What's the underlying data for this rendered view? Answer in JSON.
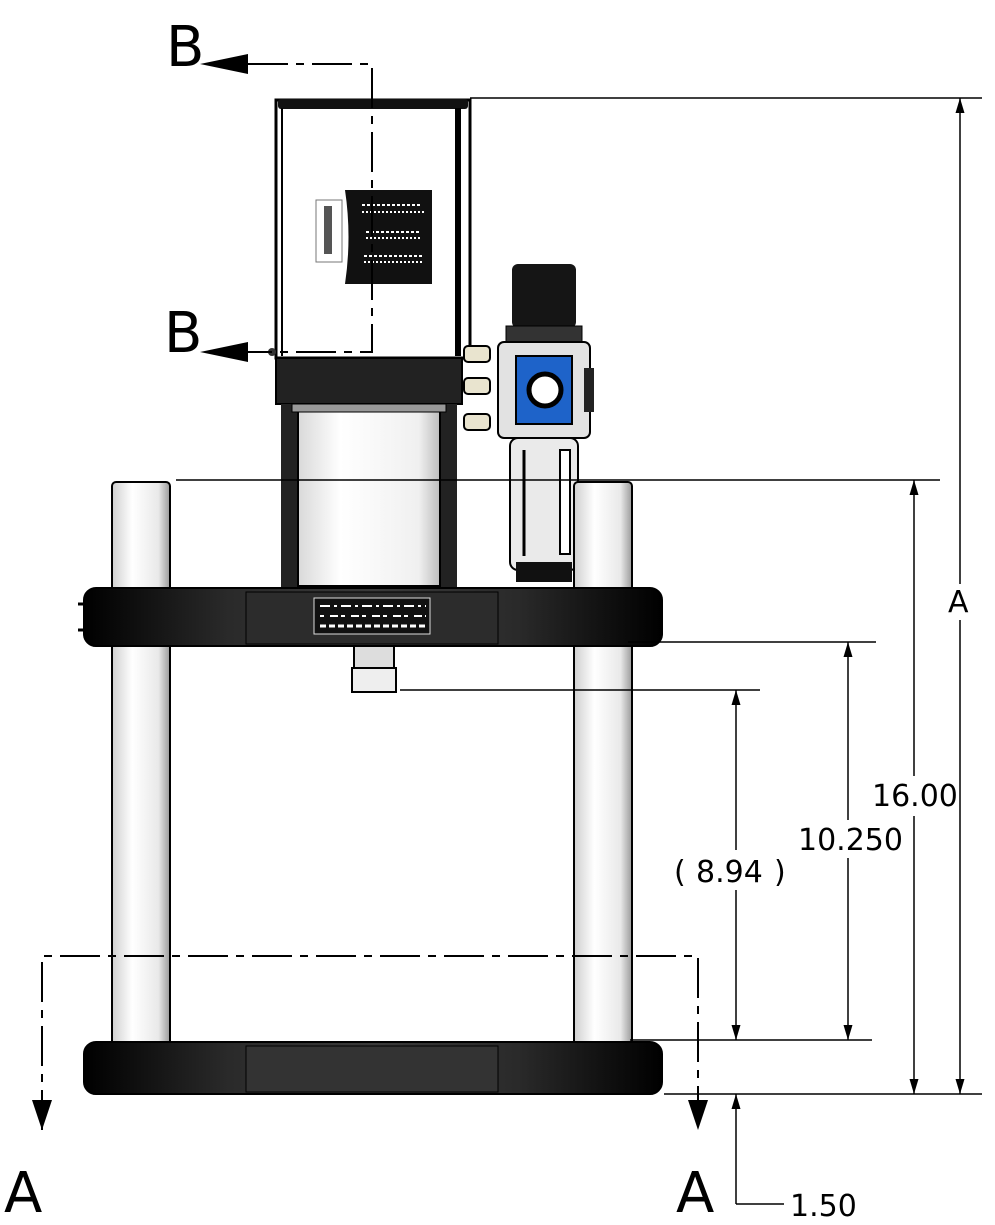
{
  "section_labels": {
    "a_left": "A",
    "a_right": "A",
    "b_top": "B",
    "b_bottom": "B"
  },
  "dimensions": {
    "overall_height": "A",
    "height_16": "16.00",
    "height_10": "10.250",
    "height_8_94": "8.94",
    "paren_open": "(",
    "paren_close": ")",
    "offset_1_50": "1.50"
  },
  "colors": {
    "line": "#000000",
    "body_dark": "#1a1a1a",
    "regulator_blue": "#1e63c9",
    "cylinder_light": "#f4f4f4"
  }
}
